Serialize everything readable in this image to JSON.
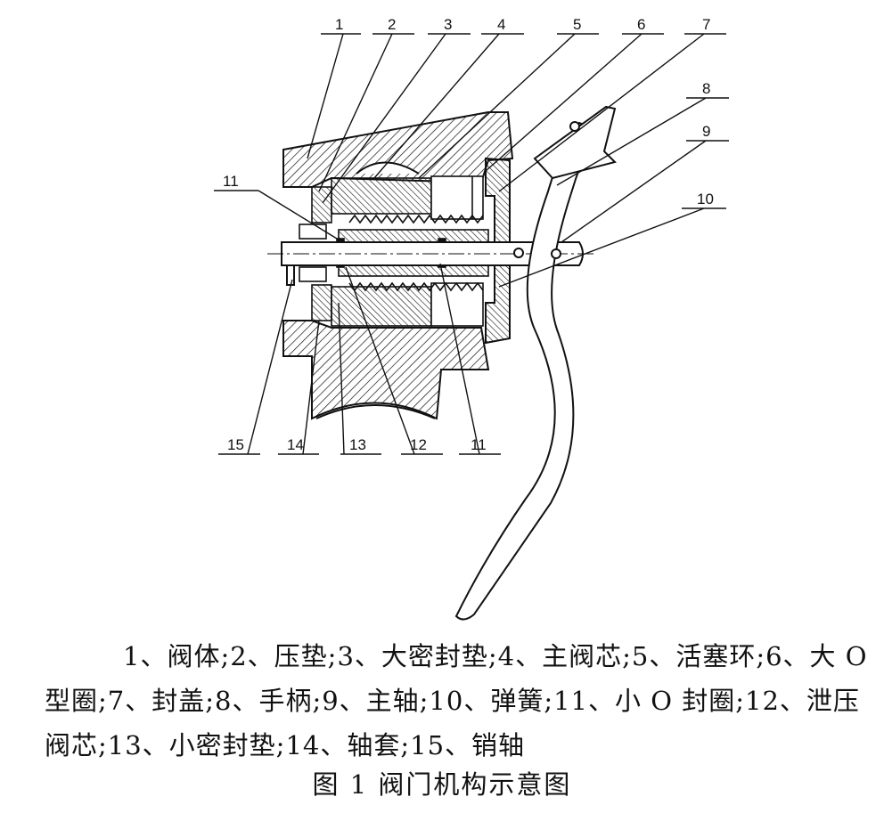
{
  "callouts": {
    "top": [
      "1",
      "2",
      "3",
      "4",
      "5",
      "6",
      "7"
    ],
    "right": [
      "8",
      "9",
      "10"
    ],
    "left": [
      "11"
    ],
    "bottom": [
      "15",
      "14",
      "13",
      "12",
      "11"
    ]
  },
  "caption": {
    "text": "1、阀体;2、压垫;3、大密封垫;4、主阀芯;5、活塞环;6、大 O 型圈;7、封盖;8、手柄;9、主轴;10、弹簧;11、小 O 封圈;12、泄压阀芯;13、小密封垫;14、轴套;15、销轴"
  },
  "figure_title": "图 1  阀门机构示意图"
}
